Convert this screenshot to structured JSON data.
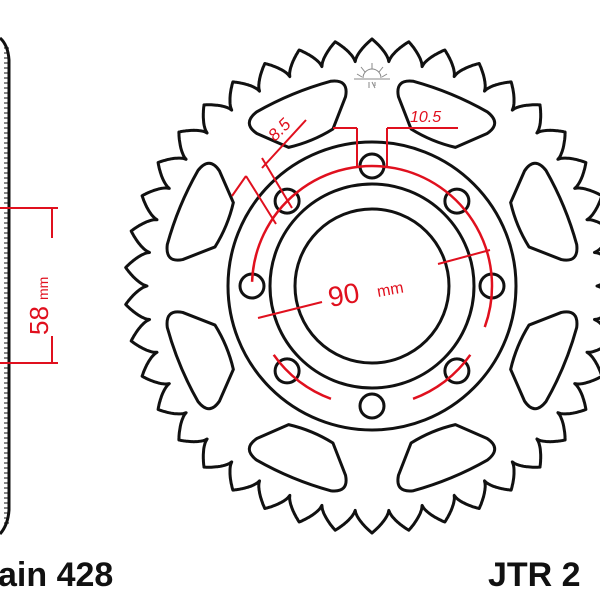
{
  "diagram": {
    "side_dimension": {
      "value": "58",
      "unit": "mm"
    },
    "bolt_circle": {
      "value": "90",
      "unit": "mm"
    },
    "hole_dimension": "8.5",
    "center_hole_dimension": "10.5",
    "chain_label": "ain 428",
    "part_label": "JTR 2",
    "colors": {
      "outline": "#111111",
      "dimension": "#e0101e",
      "logo": "#888888"
    },
    "logo_icon": "sun-logo-icon"
  }
}
